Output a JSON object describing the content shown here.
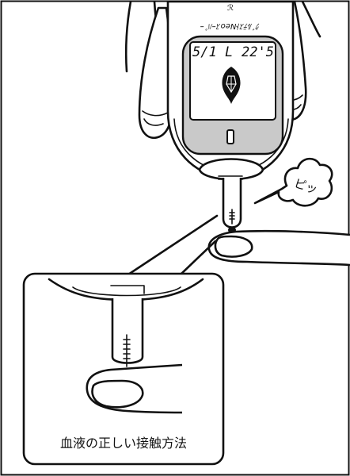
{
  "meter": {
    "brand_label": "ｸﾞﾙﾃｽﾄNeoｽｰﾊﾟｰ",
    "brand_mark": "ℛ",
    "display_left": "5/1 L",
    "display_right": "22'5"
  },
  "sound_effect": "ピッ",
  "caption": "血液の正しい接触方法"
}
